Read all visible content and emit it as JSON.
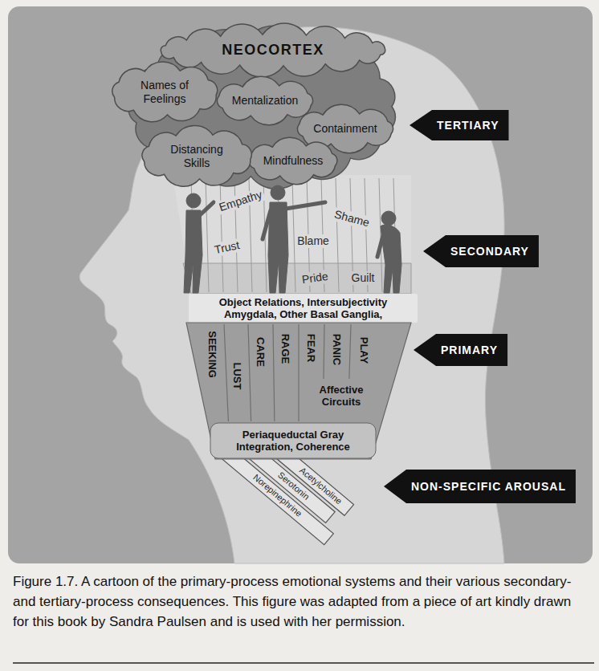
{
  "diagram": {
    "caption": "Figure 1.7. A cartoon of the primary-process emotional systems and their various secondary- and tertiary-process consequences. This figure was adapted from a piece of art kindly drawn for this book by Sandra Paulsen and is used with her permission.",
    "nodes": [
      {
        "text": [
          "NEOCORTEX"
        ]
      },
      {
        "text": [
          "Names of Feelings"
        ]
      },
      {
        "text": [
          "Mentalization"
        ]
      },
      {
        "text": [
          "Containment"
        ]
      },
      {
        "text": [
          "Mindfulness"
        ]
      },
      {
        "text": [
          "Distancing Skills"
        ]
      },
      {
        "text": [
          "TERTIARY"
        ]
      },
      {
        "text": [
          "SECONDARY"
        ]
      },
      {
        "text": [
          "Object Relations, Intersubjectivity Amygdala, Other Basal Ganglia,"
        ]
      },
      {
        "text": [
          "PRIMARY"
        ]
      },
      {
        "text": [
          "SEEKING",
          "LUST",
          "CARE",
          "RAGE",
          "FEAR",
          "PANIC",
          "PLAY",
          "Affective Circuits"
        ]
      },
      {
        "text": [
          "Periaqueductal Gray Integration, Coherence"
        ]
      },
      {
        "text": [
          "NON-SPECIFIC AROUSAL"
        ]
      }
    ],
    "labels": [
      "Empathy",
      "Trust",
      "Blame",
      "Shame",
      "Pride",
      "Guilt",
      "Acetylcholine",
      "Serotonin",
      "Norepinephrine"
    ]
  }
}
